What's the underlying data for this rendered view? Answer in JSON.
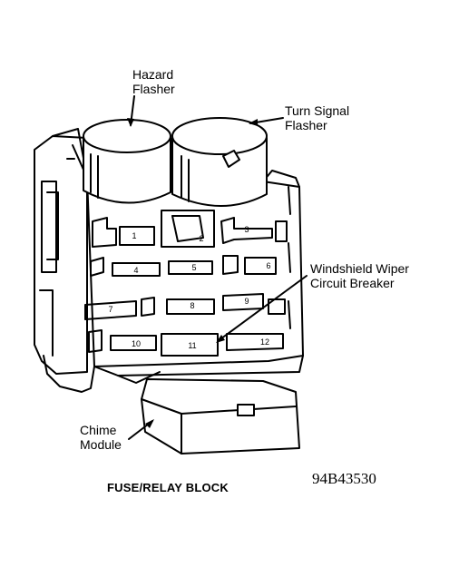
{
  "labels": {
    "hazard_flasher": [
      "Hazard",
      "Flasher"
    ],
    "turn_signal_flasher": [
      "Turn Signal",
      "Flasher"
    ],
    "wiper_breaker": [
      "Windshield Wiper",
      "Circuit Breaker"
    ],
    "chime_module": [
      "Chime",
      "Module"
    ]
  },
  "caption": "FUSE/RELAY BLOCK",
  "figure_id": "94B43530",
  "fuses": [
    "1",
    "2",
    "3",
    "4",
    "5",
    "6",
    "7",
    "8",
    "9",
    "10",
    "11",
    "12"
  ]
}
